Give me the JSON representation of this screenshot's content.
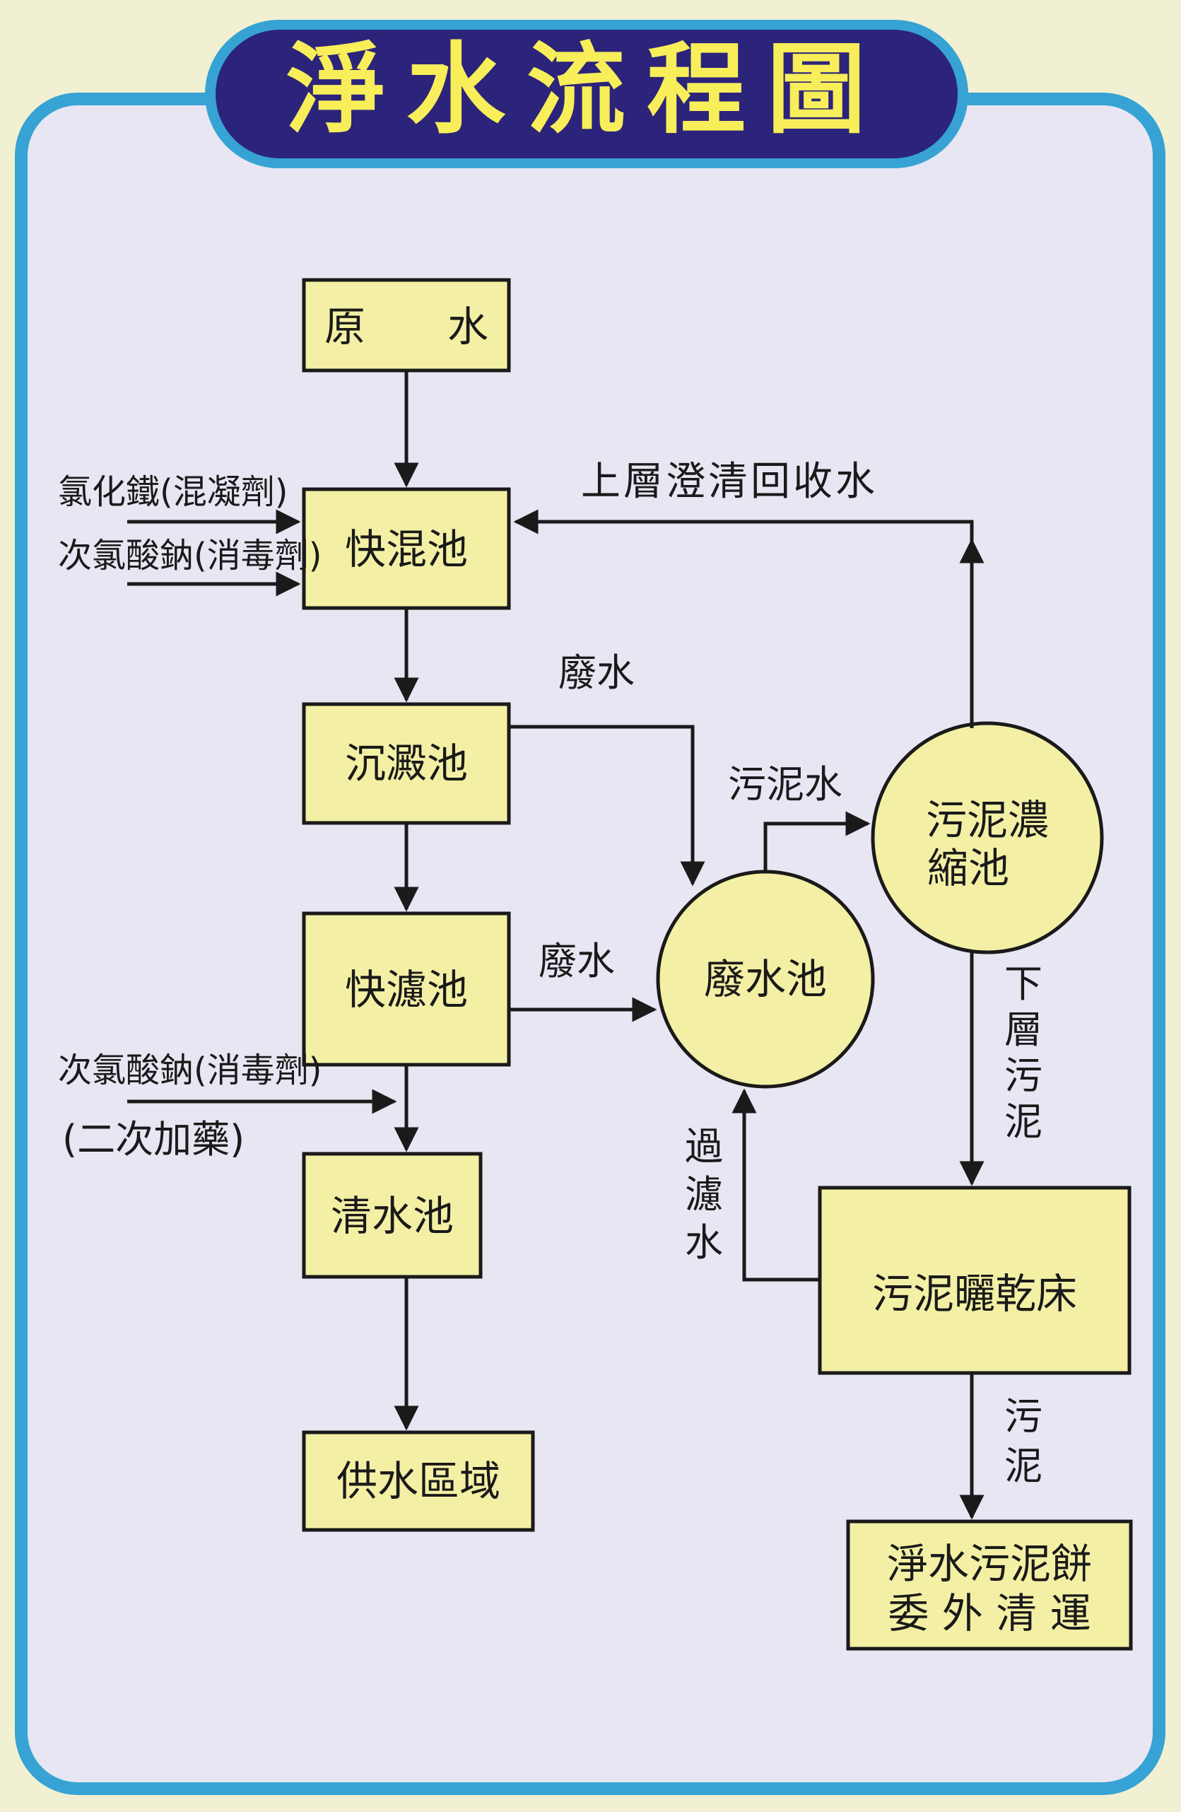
{
  "title": "淨水流程圖",
  "colors": {
    "background": "#f2f0d2",
    "panel": "#e7e6f2",
    "panel_border": "#36a3d4",
    "title_bar": "#2c237a",
    "title_text": "#f7ee5a",
    "node_fill": "#f3f0a5",
    "stroke": "#1a1a1a"
  },
  "nodes": {
    "raw_water": "原　　水",
    "rapid_mix": "快混池",
    "sedimentation": "沉澱池",
    "rapid_filter": "快濾池",
    "clear_water": "清水池",
    "supply_area": "供水區域",
    "wastewater_pond": "廢水池",
    "sludge_thickener_1": "污泥濃",
    "sludge_thickener_2": "縮池",
    "sludge_drying_bed": "污泥曬乾床",
    "sludge_cake_1": "淨水污泥餅",
    "sludge_cake_2": "委 外 清 運"
  },
  "inputs": {
    "ferric_chloride": "氯化鐵(混凝劑)",
    "hypochlorite_1": "次氯酸鈉(消毒劑)",
    "hypochlorite_2": "次氯酸鈉(消毒劑)",
    "second_dose": "(二次加藥)"
  },
  "flow_labels": {
    "supernatant_return": "上層澄清回收水",
    "wastewater_1": "廢水",
    "wastewater_2": "廢水",
    "sludge_water": "污泥水",
    "lower_sludge": [
      "下",
      "層",
      "污",
      "泥"
    ],
    "filtered_water": [
      "過",
      "濾",
      "水"
    ],
    "sludge": [
      "污",
      "泥"
    ]
  }
}
